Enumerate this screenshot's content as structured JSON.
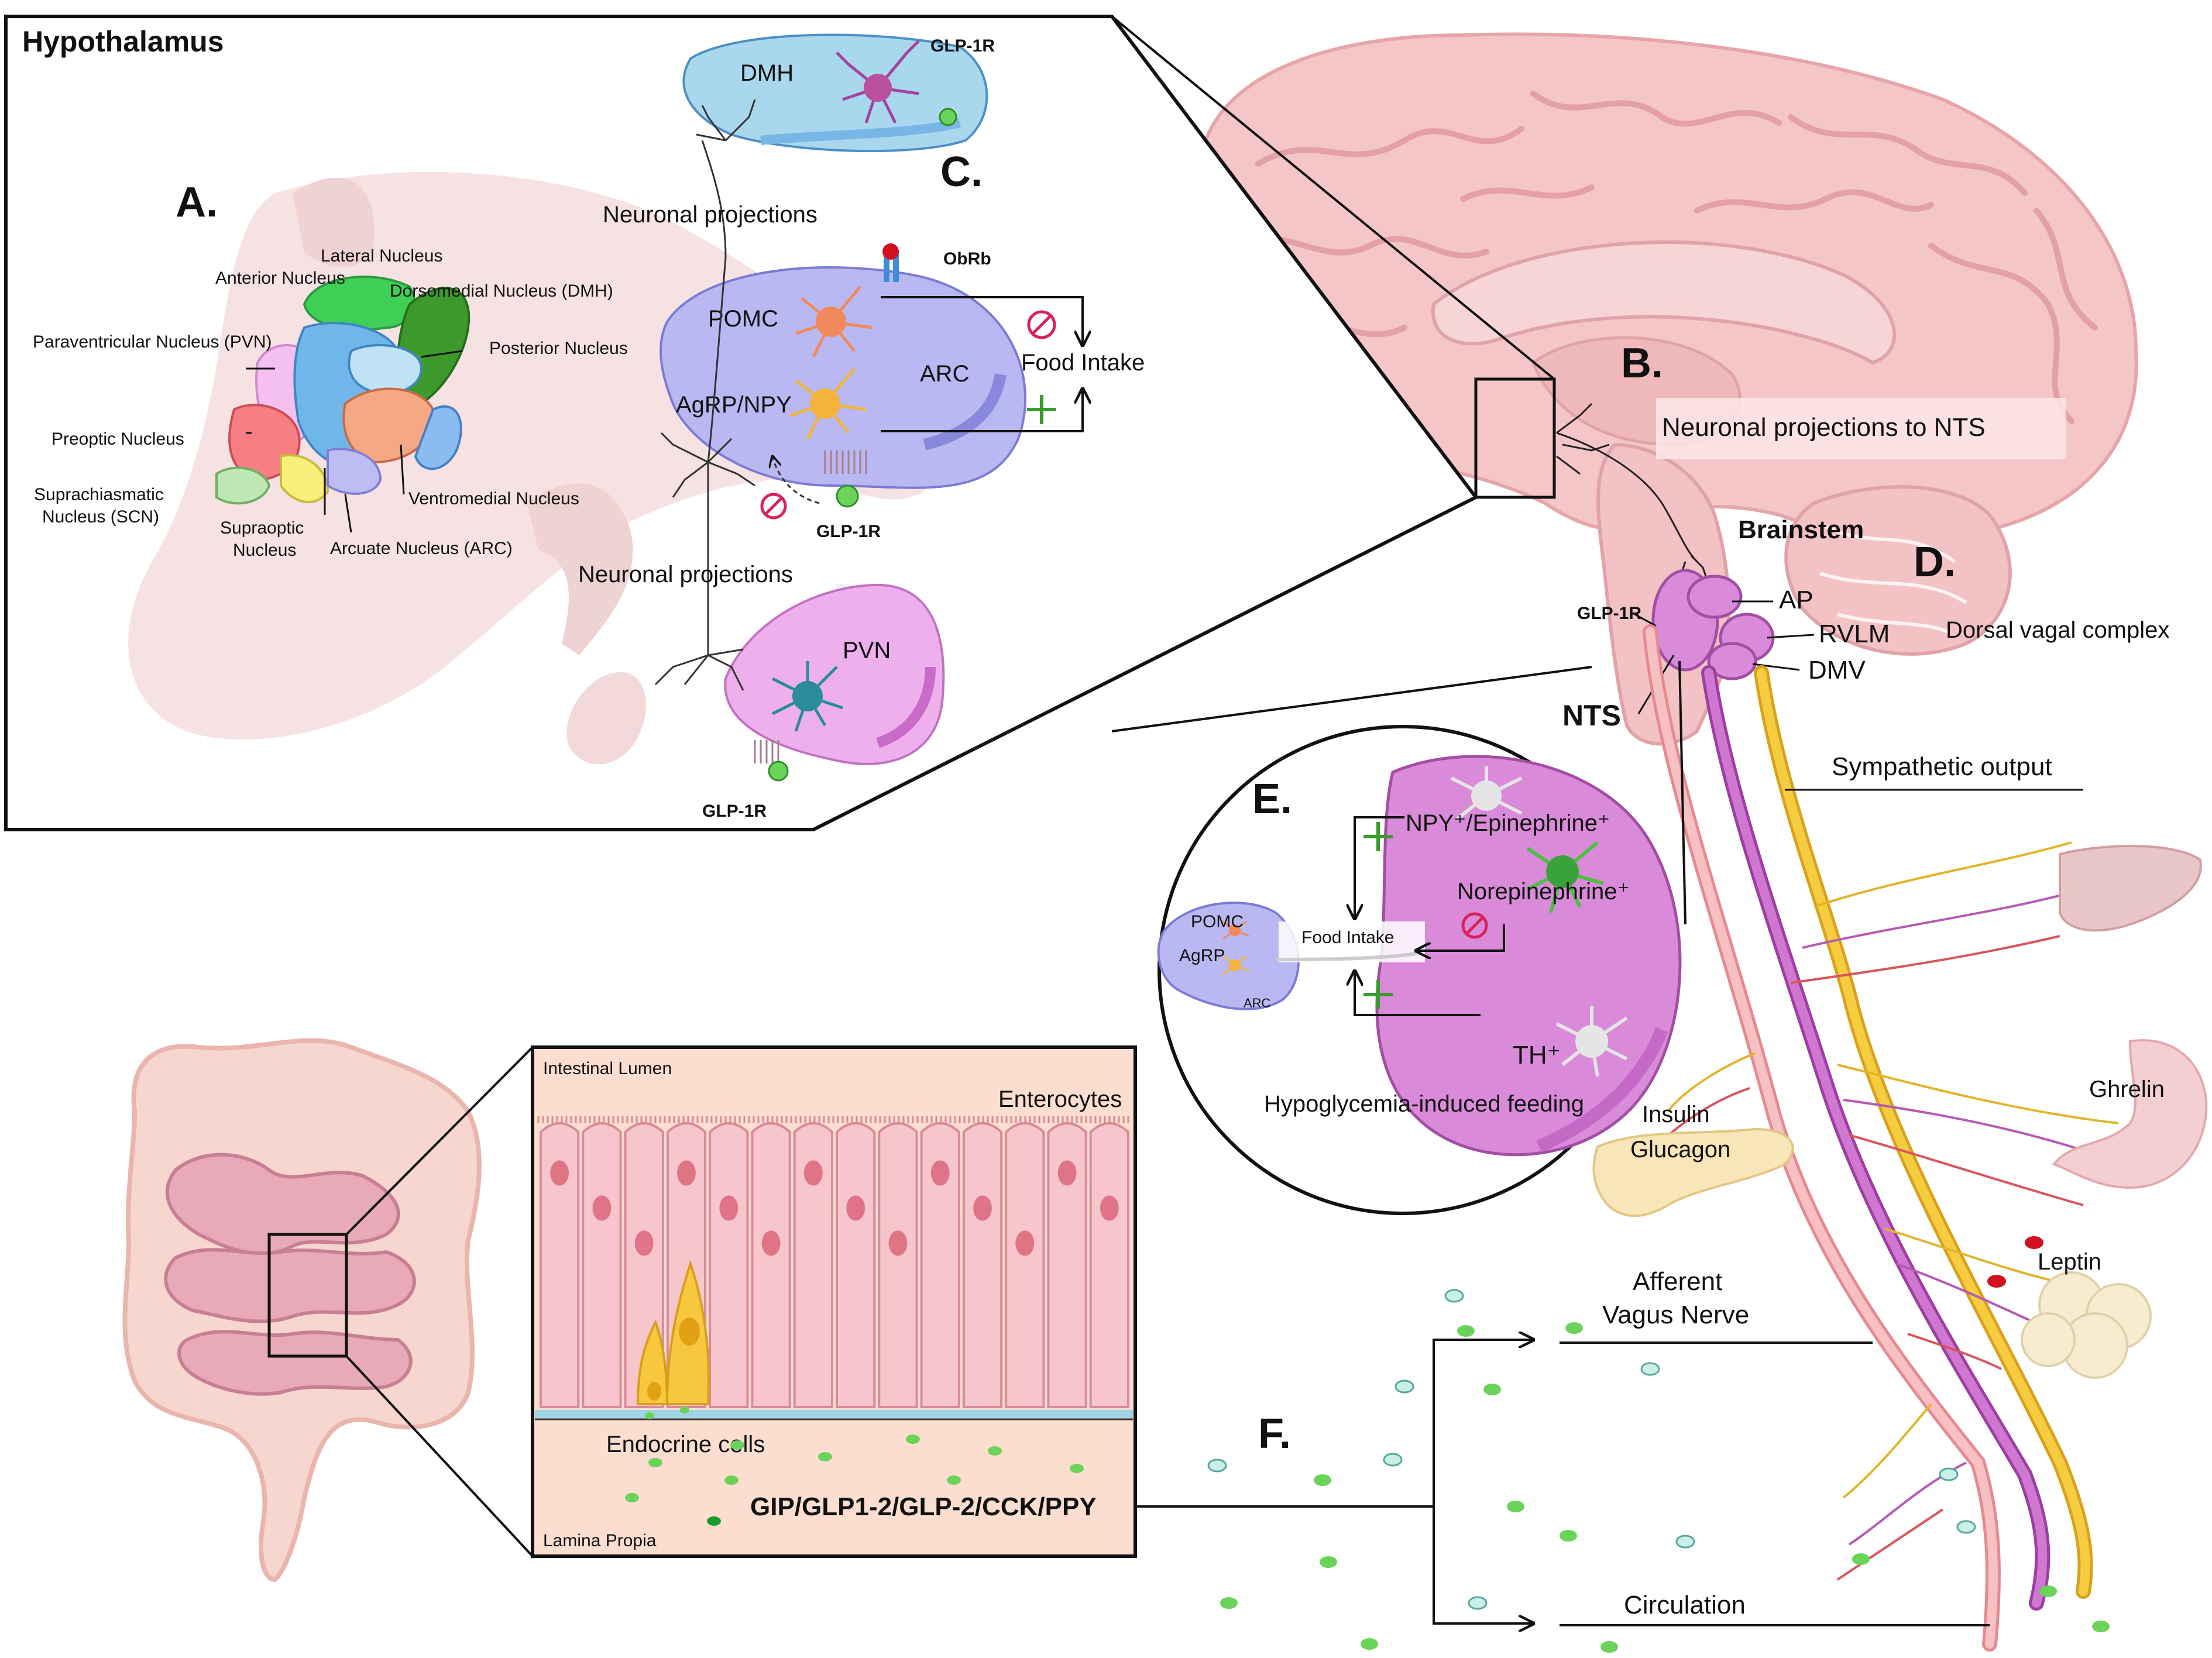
{
  "hypothalamus": {
    "title": "Hypothalamus",
    "panel_a": "A.",
    "panel_c": "C.",
    "nuclei": {
      "lateral": "Lateral Nucleus",
      "anterior": "Anterior Nucleus",
      "dorsomedial": "Dorsomedial Nucleus (DMH)",
      "paraventricular": "Paraventricular Nucleus (PVN)",
      "posterior": "Posterior Nucleus",
      "preoptic": "Preoptic Nucleus",
      "suprachiasmatic_1": "Suprachiasmatic",
      "suprachiasmatic_2": "Nucleus (SCN)",
      "supraoptic_1": "Supraoptic",
      "supraoptic_2": "Nucleus",
      "ventromedial": "Ventromedial Nucleus",
      "arcuate": "Arcuate Nucleus (ARC)"
    },
    "dmh_label": "DMH",
    "glp1r_top": "GLP-1R",
    "neuronal_projections_1": "Neuronal projections",
    "obrb": "ObRb",
    "pomc": "POMC",
    "agrp_npy": "AgRP/NPY",
    "arc": "ARC",
    "food_intake": "Food Intake",
    "glp1r_arc": "GLP-1R",
    "neuronal_projections_2": "Neuronal projections",
    "pvn": "PVN",
    "glp1r_pvn": "GLP-1R"
  },
  "brain": {
    "panel_b": "B.",
    "projections_to_nts": "Neuronal projections to NTS",
    "brainstem": "Brainstem",
    "panel_d": "D.",
    "ap": "AP",
    "rvlm": "RVLM",
    "dmv": "DMV",
    "dorsal_vagal_complex": "Dorsal vagal complex",
    "glp1r": "GLP-1R",
    "nts": "NTS",
    "sympathetic_output": "Sympathetic output"
  },
  "panel_e": {
    "letter": "E.",
    "npy_epinephrine": "NPY⁺/Epinephrine⁺",
    "norepinephrine": "Norepinephrine⁺",
    "th": "TH⁺",
    "pomc": "POMC",
    "agrp": "AgRP",
    "arc": "ARC",
    "food_intake": "Food Intake",
    "caption": "Hypoglycemia-induced feeding"
  },
  "organs": {
    "insulin": "Insulin",
    "glucagon": "Glucagon",
    "ghrelin": "Ghrelin",
    "leptin": "Leptin"
  },
  "intestine": {
    "lumen": "Intestinal Lumen",
    "enterocytes": "Enterocytes",
    "endocrine_cells": "Endocrine cells",
    "hormones": "GIP/GLP1-2/GLP-2/CCK/PPY",
    "lamina_propia": "Lamina Propia"
  },
  "panel_f": {
    "letter": "F.",
    "afferent_1": "Afferent",
    "afferent_2": "Vagus Nerve",
    "circulation": "Circulation"
  },
  "colors": {
    "brain": "#f2c2c4",
    "pomc_neuron": "#f08a5d",
    "agrp_neuron": "#f2b43c",
    "arc_region": "#b9b8f2",
    "dmh_region": "#a9d8ee",
    "pvn_region": "#e6a8e6",
    "nts_region": "#d98ad9",
    "vagus_pink": "#f4a5a8",
    "vagus_purple": "#c46ac6",
    "sympathetic_yellow": "#f4c533",
    "inhibit": "#d6245a",
    "stimulate": "#3a9a2e"
  }
}
